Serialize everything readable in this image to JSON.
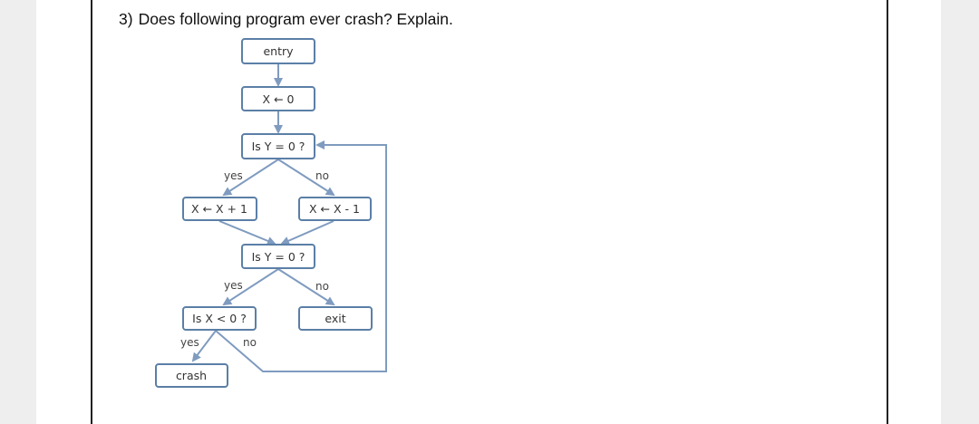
{
  "question": {
    "number": "3)",
    "text": "Does following program ever crash? Explain."
  },
  "colors": {
    "box_stroke": "#5b7fa6",
    "arrow": "#7f9bbf",
    "text": "#333333"
  },
  "flowchart": {
    "nodes": {
      "entry": "entry",
      "assign_x0": "X ← 0",
      "test_y1": "Is Y = 0 ?",
      "x_plus": "X ← X + 1",
      "x_minus": "X ← X - 1",
      "test_y2": "Is Y = 0 ?",
      "test_x": "Is X < 0 ?",
      "exit": "exit",
      "crash": "crash"
    },
    "labels": {
      "y1_yes": "yes",
      "y1_no": "no",
      "y2_yes": "yes",
      "y2_no": "no",
      "x_yes": "yes",
      "x_no": "no"
    }
  }
}
